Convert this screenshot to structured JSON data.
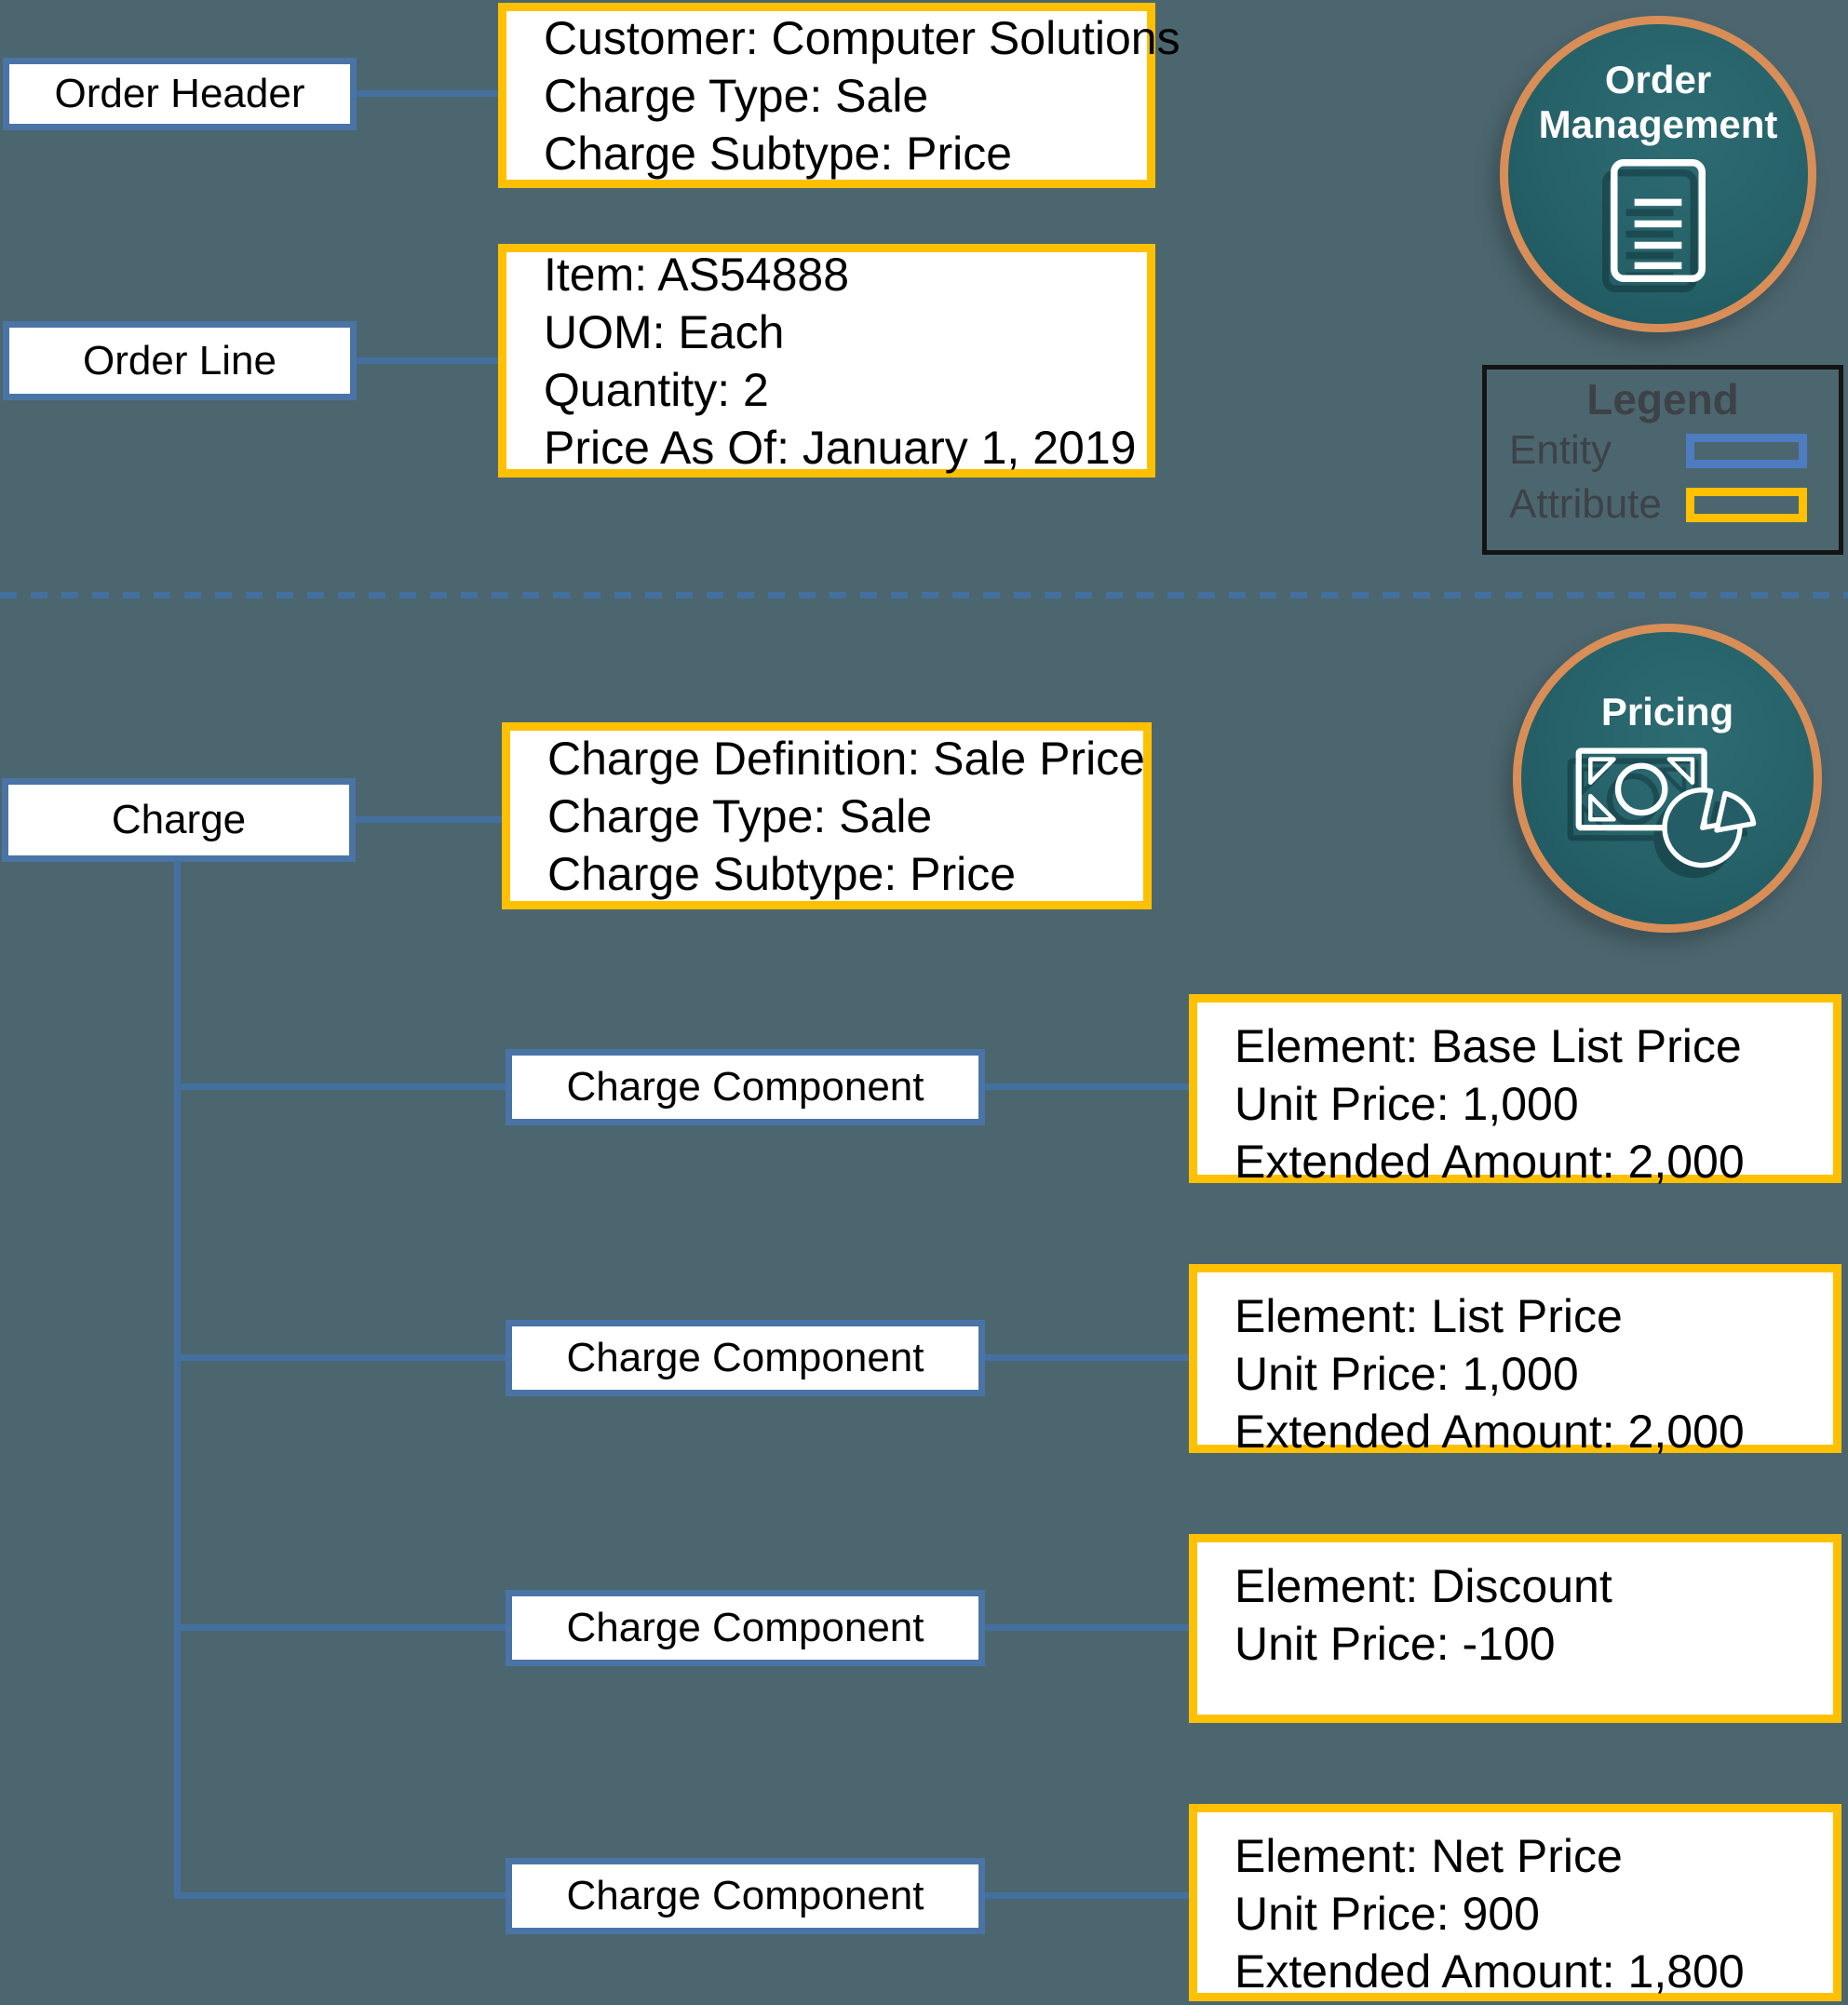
{
  "colors": {
    "bg": "#4c666f",
    "entity_border": "#4a74a6",
    "attribute_border": "#ffc000",
    "connector": "#44709f",
    "circle_fill": "#266168",
    "circle_border": "#d98e57",
    "legend_border": "#141414",
    "legend_text": "#3d4247",
    "legend_entity_swatch": "#4d7cc0",
    "text": "#000000"
  },
  "badges": {
    "order_management": {
      "label": "Order Management",
      "icon": "document-icon"
    },
    "pricing": {
      "label": "Pricing",
      "icon": "banknote-pie-chart-icon"
    }
  },
  "legend": {
    "title": "Legend",
    "entries": [
      {
        "label": "Entity"
      },
      {
        "label": "Attribute"
      }
    ]
  },
  "order_management_section": {
    "entities": [
      {
        "label": "Order Header",
        "attributes": [
          "Customer: Computer Solutions",
          "Charge Type: Sale",
          "Charge Subtype: Price"
        ]
      },
      {
        "label": "Order Line",
        "attributes": [
          "Item: AS54888",
          "UOM: Each",
          "Quantity: 2",
          "Price As Of: January 1, 2019"
        ]
      }
    ]
  },
  "pricing_section": {
    "charge": {
      "label": "Charge",
      "attributes": [
        "Charge Definition: Sale Price",
        "Charge Type: Sale",
        "Charge Subtype: Price"
      ]
    },
    "components": [
      {
        "label": "Charge Component",
        "attributes": [
          "Element: Base List Price",
          "Unit Price: 1,000",
          "Extended Amount: 2,000"
        ]
      },
      {
        "label": "Charge Component",
        "attributes": [
          "Element: List Price",
          "Unit Price: 1,000",
          "Extended Amount: 2,000"
        ]
      },
      {
        "label": "Charge Component",
        "attributes": [
          "Element: Discount",
          "Unit Price: -100"
        ]
      },
      {
        "label": "Charge Component",
        "attributes": [
          "Element: Net Price",
          "Unit Price: 900",
          "Extended Amount: 1,800"
        ]
      }
    ]
  }
}
